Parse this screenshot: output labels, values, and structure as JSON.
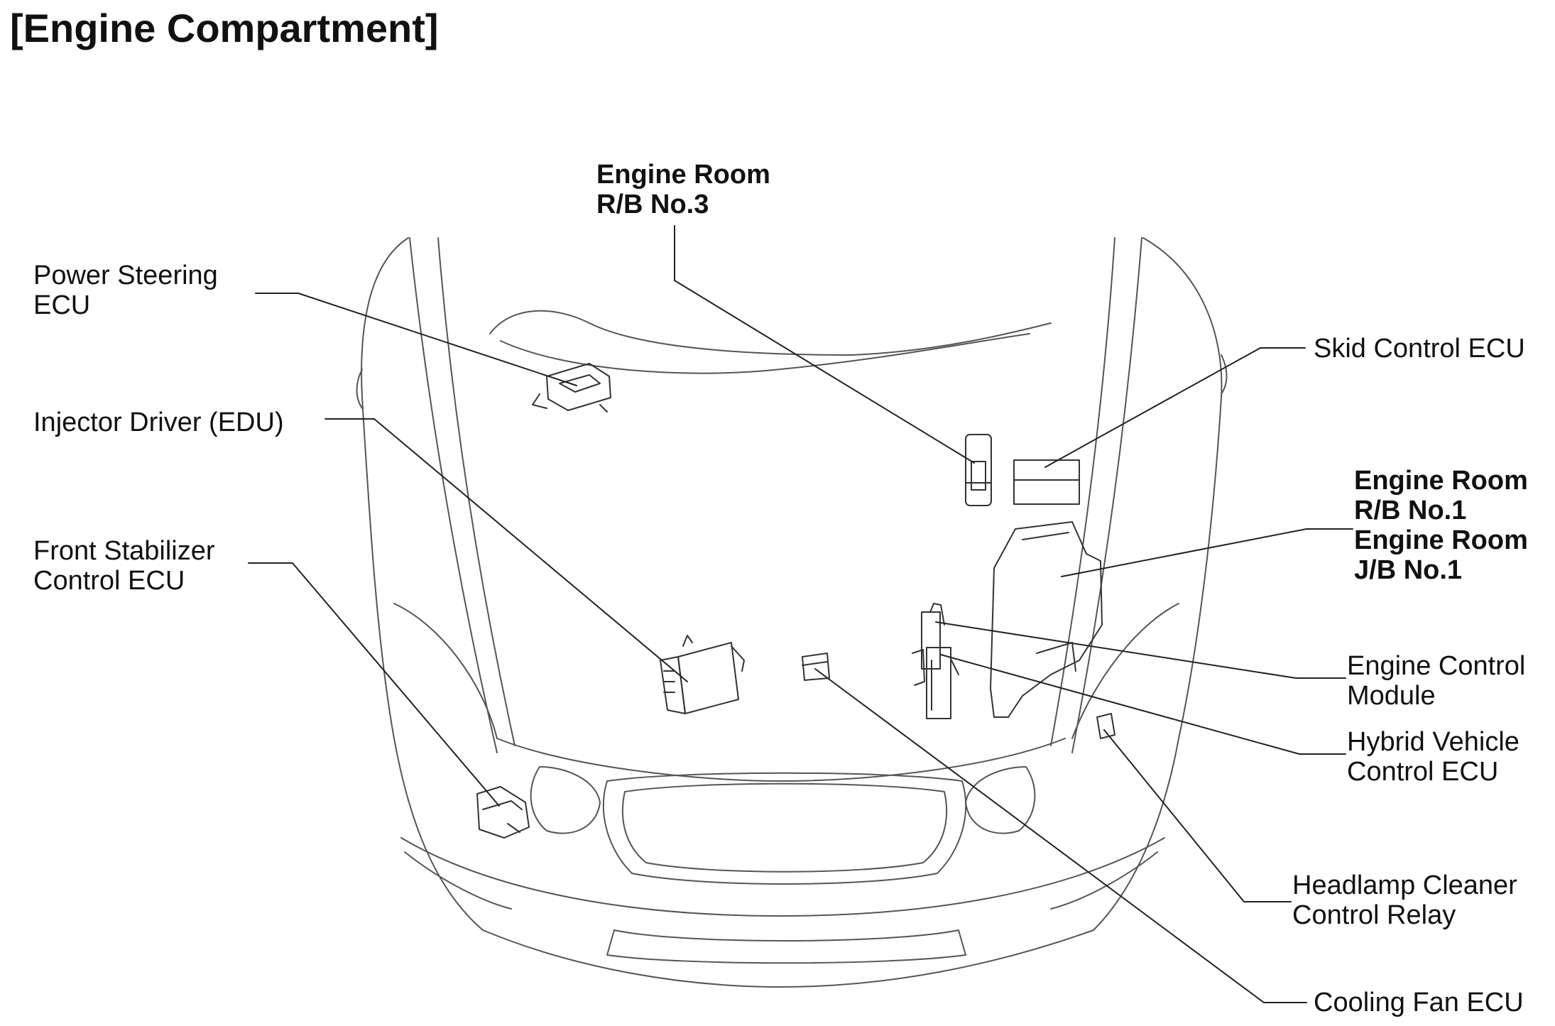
{
  "title": "[Engine Compartment]",
  "labels": {
    "engine_room_rb3": [
      "Engine Room",
      "R/B No.3"
    ],
    "power_steering_ecu": [
      "Power Steering",
      "ECU"
    ],
    "skid_control_ecu": [
      "Skid Control ECU"
    ],
    "injector_driver": [
      "Injector Driver (EDU)"
    ],
    "engine_room_rb1_jb1": [
      "Engine Room",
      "R/B No.1",
      "Engine Room",
      "J/B No.1"
    ],
    "front_stabilizer_ecu": [
      "Front Stabilizer",
      "Control ECU"
    ],
    "engine_control_module": [
      "Engine Control",
      "Module"
    ],
    "hybrid_vehicle_ecu": [
      "Hybrid Vehicle",
      "Control ECU"
    ],
    "headlamp_cleaner_relay": [
      "Headlamp Cleaner",
      "Control Relay"
    ],
    "cooling_fan_ecu": [
      "Cooling Fan ECU"
    ]
  }
}
